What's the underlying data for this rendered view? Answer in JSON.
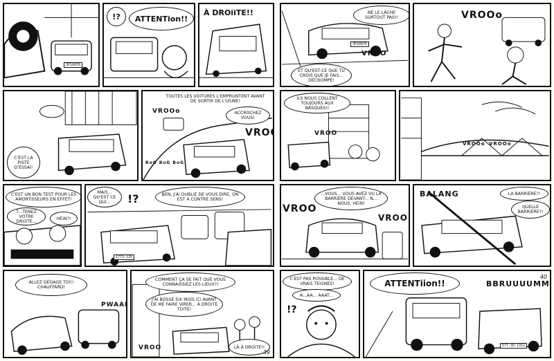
{
  "colors": {
    "ink": "#111111",
    "paper": "#ffffff"
  },
  "left_page": {
    "page_number": "39",
    "row1": {
      "p1": {
        "plate": "3P16876"
      },
      "p2": {
        "shout": "ATTENTion!!",
        "exclaim": "!?"
      },
      "p3": {
        "shout": "À DROiiTE!!"
      }
    },
    "row2": {
      "p1": {
        "text": "C'EST LA PISTE D'ESSAi!"
      },
      "p2": {
        "caption": "TOUTES LES VOiTURES L'EMPRUNTENT AVANT DE SORTIR DE L'USiNE!",
        "speech": "ACCROCHEZ VOUS!",
        "sfx_small": "VROOo",
        "sfx_big": "VROO",
        "sfx_bumps": "BoG BoG BoG"
      }
    },
    "row3": {
      "p1": {
        "speech1": "C'EST UN BON TEST POUR LES AMORTiSSEURS EN EFFET!",
        "speech2": "T...TENEZ VOTRE DROiTE...",
        "speech3": "HEiN?!"
      },
      "p2": {
        "speech1": "MAiS... QU'EST CE QUi...",
        "exclaim": "!?",
        "speech2": "BEN, J'Ai OUBLiÉ DE VOUS DiRE, ON EST À CONTRE SENS!",
        "plate": "1773-135"
      }
    },
    "row4": {
      "p1": {
        "speech": "ALLEZ DÉGAGE TOi!! CHAUFFARD!",
        "sfx": "PWAAP"
      },
      "p2": {
        "speech1": "COMMENT ÇA SE FAiT QUE VOUS CONNAiSSiEZ LES LiEUX?!",
        "speech2": "J'Ai BOSSÉ SiX MOiS iCi AVANT DE ME FAiRE ViRER... À DROiTE TOiTE!",
        "sfx": "VROO",
        "speech3": "LÀ À DROiTE!!"
      }
    }
  },
  "right_page": {
    "page_number": "40",
    "row1": {
      "p1": {
        "speech1": "NE LE LÂCHE SURTOUT PAS!!",
        "sfx": "VROO",
        "speech2": "ET QU'EST-CE QUE TU CROiS QUE JE FAiS... DÉCROMPÉ!",
        "plate": "3P16876"
      },
      "p2": {
        "sfx": "VROOo"
      }
    },
    "row2": {
      "p1": {
        "speech": "iLS NOUS COLLENT TOUJOURS AUX BASQUES!!",
        "sfx": "VROO"
      },
      "p2": {
        "sfx1": "VROOo",
        "sfx2": "VROOo"
      }
    },
    "row3": {
      "p1": {
        "speech": "...VOUS... VOUS AVEZ VU LA BARRiÈRE DEVANT... N... NOUS, HEiN!",
        "sfx1": "VROO",
        "sfx2": "VROO"
      },
      "p2": {
        "sfx": "BALANG",
        "speech1": "LA BARRiÈRE?!",
        "speech2": "QUELLE BARRiÈRE?!"
      }
    },
    "row4": {
      "p1": {
        "speech": "C'EST PAS POSSiBLE... DE VRAiS TEiGNES!",
        "speech2": "A...AA... AAAT...",
        "exclaim": "!?"
      },
      "p2": {
        "shout": "ATTENTiion!!",
        "sfx": "BBRUUUUMM",
        "plate": "577-39-1311"
      }
    }
  }
}
